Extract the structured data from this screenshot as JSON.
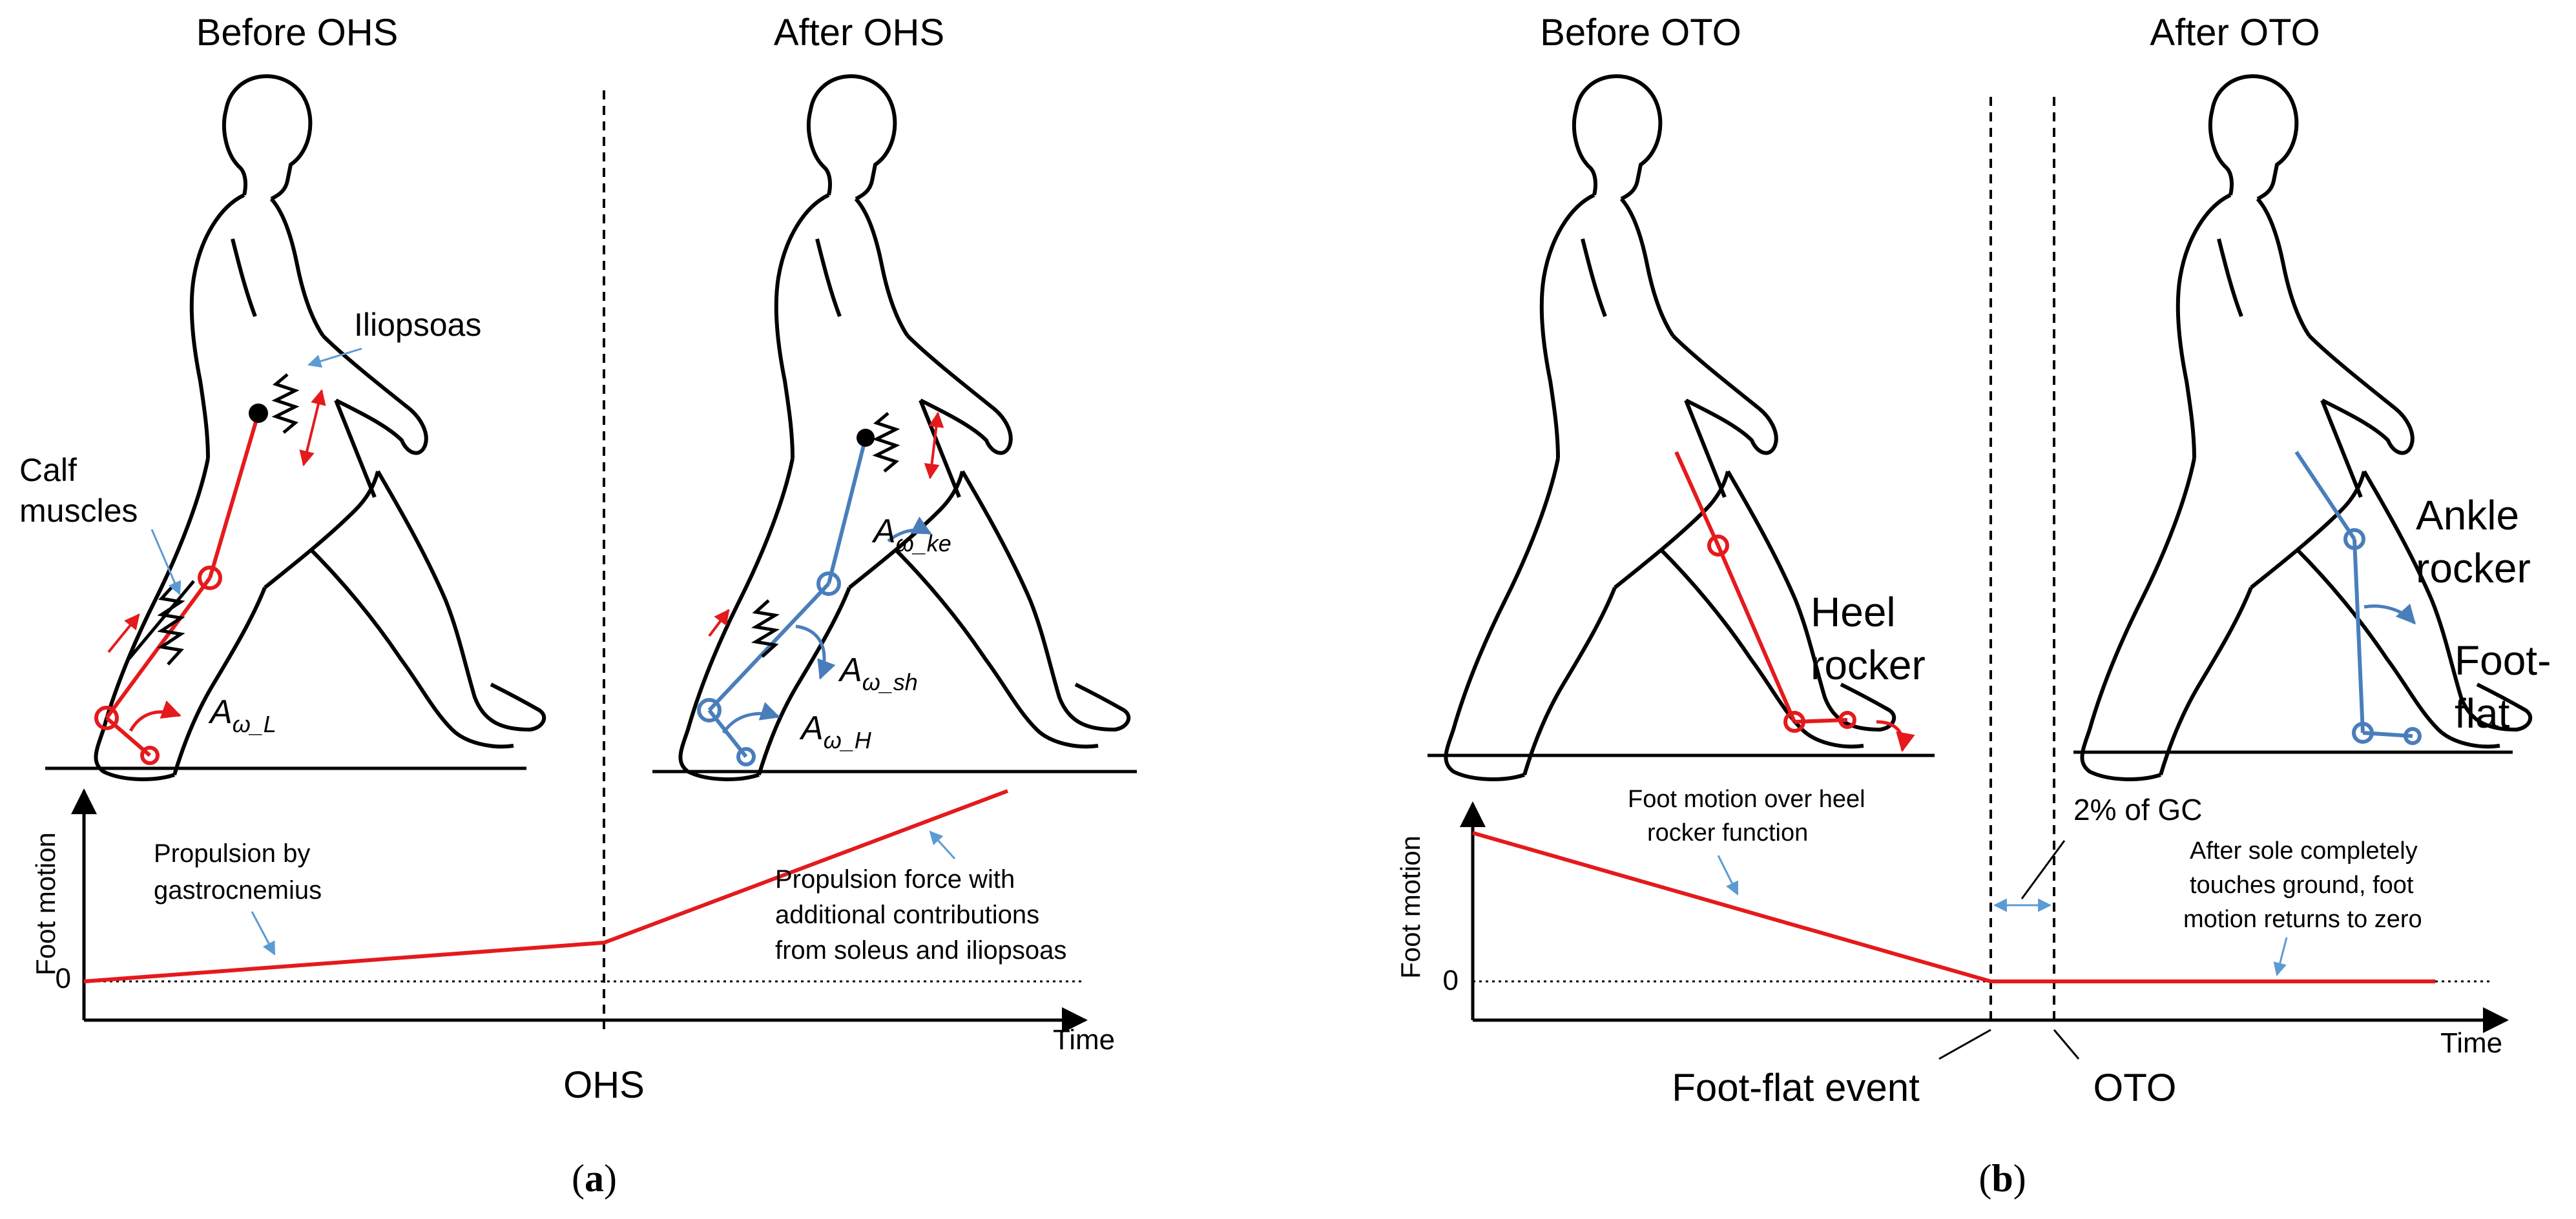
{
  "colors": {
    "active_limb": "#e41a1c",
    "passive_limb": "#4a7ebb",
    "outline": "#000000",
    "annotation_arrow": "#5b9bd5"
  },
  "panel_a": {
    "label_open": "(",
    "label_letter": "a",
    "label_close": ")",
    "title_before": "Before OHS",
    "title_after": "After OHS",
    "label_iliopsoas": "Iliopsoas",
    "label_calf_1": "Calf",
    "label_calf_2": "muscles",
    "sym_L_main": "A",
    "sym_L_sub": "ω_L",
    "sym_ke_main": "A",
    "sym_ke_sub": "ω_ke",
    "sym_sh_main": "A",
    "sym_sh_sub": "ω_sh",
    "sym_H_main": "A",
    "sym_H_sub": "ω_H",
    "ylabel": "Foot motion",
    "xlabel": "Time",
    "zero_label": "0",
    "event_label": "OHS",
    "note_left_1": "Propulsion by",
    "note_left_2": "gastrocnemius",
    "note_right_1": "Propulsion force with",
    "note_right_2": "additional contributions",
    "note_right_3": "from soleus and iliopsoas"
  },
  "panel_b": {
    "label_open": "(",
    "label_letter": "b",
    "label_close": ")",
    "title_before": "Before OTO",
    "title_after": "After OTO",
    "label_heel_1": "Heel",
    "label_heel_2": "rocker",
    "label_ankle_1": "Ankle",
    "label_ankle_2": "rocker",
    "label_foot_1": "Foot-",
    "label_foot_2": "flat",
    "ylabel": "Foot motion",
    "xlabel": "Time",
    "zero_label": "0",
    "note_left_1": "Foot motion over heel",
    "note_left_2": "rocker function",
    "note_gc": "2% of GC",
    "note_right_1": "After sole completely",
    "note_right_2": "touches ground, foot",
    "note_right_3": "motion returns to zero",
    "event_flat": "Foot-flat event",
    "event_oto": "OTO"
  }
}
